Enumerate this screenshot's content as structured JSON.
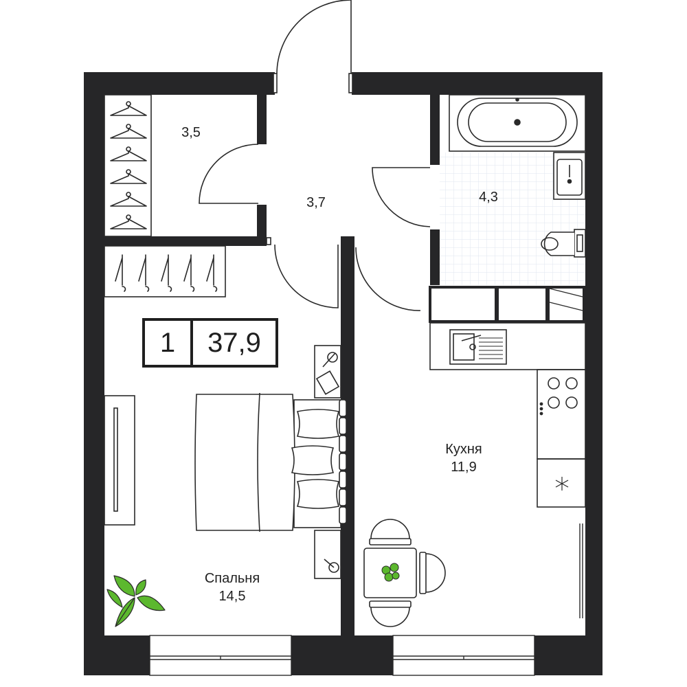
{
  "colors": {
    "wall": "#262628",
    "line": "#2a2a2a",
    "accent": "#5cb82e",
    "tile": "#dfe6ef"
  },
  "badge": {
    "rooms": "1",
    "total_area": "37,9"
  },
  "rooms": {
    "closet": {
      "area": "3,5"
    },
    "hall": {
      "area": "3,7"
    },
    "bathroom": {
      "area": "4,3"
    },
    "kitchen": {
      "name": "Кухня",
      "area": "11,9"
    },
    "bedroom": {
      "name": "Спальня",
      "area": "14,5"
    }
  },
  "icons": [
    "hanger-icon",
    "bathtub-icon",
    "sink-icon",
    "toilet-icon",
    "kitchen-sink-icon",
    "stove-icon",
    "fridge-icon",
    "bed-icon",
    "pillow-icon",
    "nightstand-lamp-icon",
    "dining-table-icon",
    "chair-icon",
    "plant-icon",
    "door-icon",
    "window-icon"
  ]
}
